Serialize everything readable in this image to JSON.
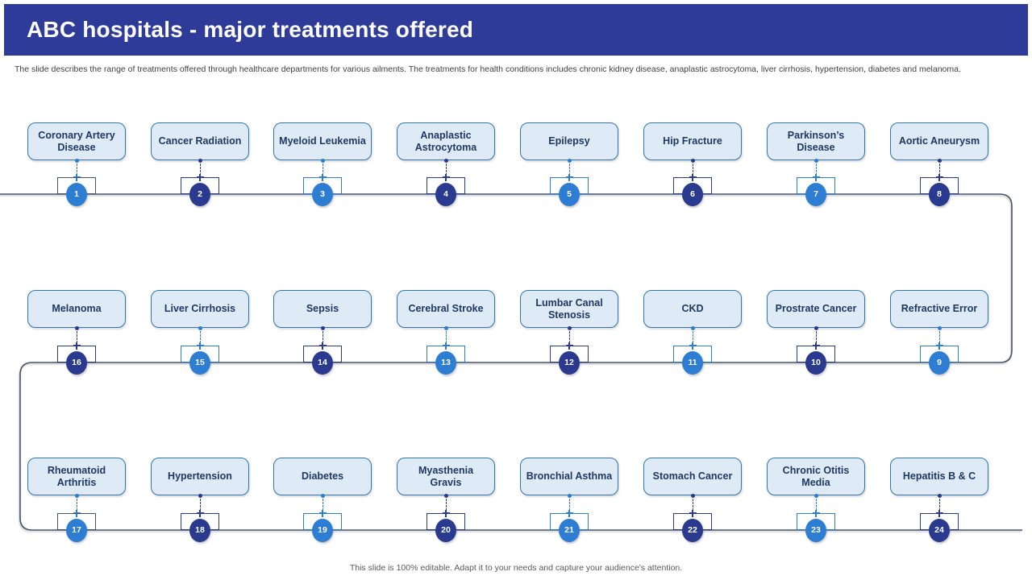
{
  "slide": {
    "title": "ABC hospitals - major treatments offered",
    "description": "The slide describes the range of treatments offered through healthcare departments for various ailments. The treatments for health conditions includes chronic kidney disease, anaplastic astrocytoma, liver cirrhosis, hypertension, diabetes and melanoma.",
    "footer": "This slide is 100% editable. Adapt it to your needs and capture your audience's attention."
  },
  "colors": {
    "header_bg": "#2E3B99",
    "header_text": "#FFFFFF",
    "description_text": "#3F3F3F",
    "footer_text": "#595959",
    "box_fill": "#DEEBF7",
    "box_border": "#2E75B6",
    "box_text": "#1F3864",
    "marker_light": "#2D7DD2",
    "marker_dark": "#293A8F",
    "bracket_slate": "#44546A",
    "line": "#44546A"
  },
  "diagram": {
    "rows": [
      {
        "items": [
          {
            "number": "1",
            "label": "Coronary Artery Disease",
            "tone": "light",
            "bracket": "slate"
          },
          {
            "number": "2",
            "label": "Cancer Radiation",
            "tone": "dark",
            "bracket": "dark"
          },
          {
            "number": "3",
            "label": "Myeloid Leukemia",
            "tone": "light",
            "bracket": "light"
          },
          {
            "number": "4",
            "label": "Anaplastic Astrocytoma",
            "tone": "dark",
            "bracket": "dark"
          },
          {
            "number": "5",
            "label": "Epilepsy",
            "tone": "light",
            "bracket": "light"
          },
          {
            "number": "6",
            "label": "Hip Fracture",
            "tone": "dark",
            "bracket": "dark"
          },
          {
            "number": "7",
            "label": "Parkinson’s Disease",
            "tone": "light",
            "bracket": "light"
          },
          {
            "number": "8",
            "label": "Aortic Aneurysm",
            "tone": "dark",
            "bracket": "dark"
          }
        ]
      },
      {
        "items": [
          {
            "number": "16",
            "label": "Melanoma",
            "tone": "dark",
            "bracket": "dark"
          },
          {
            "number": "15",
            "label": "Liver Cirrhosis",
            "tone": "light",
            "bracket": "light"
          },
          {
            "number": "14",
            "label": "Sepsis",
            "tone": "dark",
            "bracket": "dark"
          },
          {
            "number": "13",
            "label": "Cerebral Stroke",
            "tone": "light",
            "bracket": "light"
          },
          {
            "number": "12",
            "label": "Lumbar Canal Stenosis",
            "tone": "dark",
            "bracket": "dark"
          },
          {
            "number": "11",
            "label": "CKD",
            "tone": "light",
            "bracket": "light"
          },
          {
            "number": "10",
            "label": "Prostrate Cancer",
            "tone": "dark",
            "bracket": "dark"
          },
          {
            "number": "9",
            "label": "Refractive Error",
            "tone": "light",
            "bracket": "light"
          }
        ]
      },
      {
        "items": [
          {
            "number": "17",
            "label": "Rheumatoid Arthritis",
            "tone": "light",
            "bracket": "slate"
          },
          {
            "number": "18",
            "label": "Hypertension",
            "tone": "dark",
            "bracket": "dark"
          },
          {
            "number": "19",
            "label": "Diabetes",
            "tone": "light",
            "bracket": "light"
          },
          {
            "number": "20",
            "label": "Myasthenia Gravis",
            "tone": "dark",
            "bracket": "dark"
          },
          {
            "number": "21",
            "label": "Bronchial Asthma",
            "tone": "light",
            "bracket": "light"
          },
          {
            "number": "22",
            "label": "Stomach Cancer",
            "tone": "dark",
            "bracket": "dark"
          },
          {
            "number": "23",
            "label": "Chronic Otitis Media",
            "tone": "light",
            "bracket": "light"
          },
          {
            "number": "24",
            "label": "Hepatitis B & C",
            "tone": "dark",
            "bracket": "dark"
          }
        ]
      }
    ]
  }
}
